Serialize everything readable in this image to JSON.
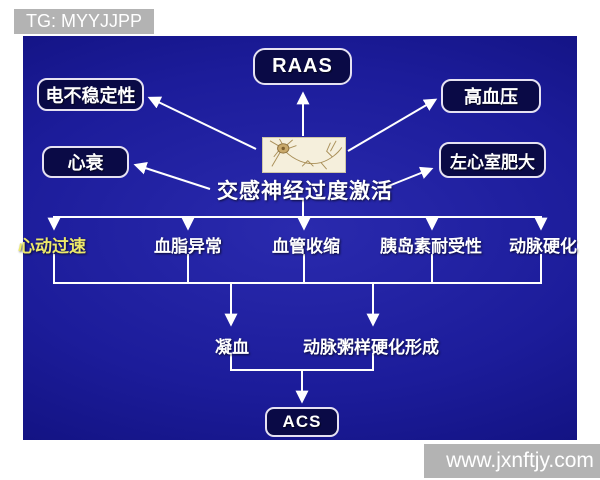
{
  "watermarks": {
    "top_left": "TG: MYYJJPP",
    "bottom_right": "www.jxnftjy.com"
  },
  "diagram": {
    "center": {
      "label": "交感神经过度激活",
      "image": "neuron-illustration"
    },
    "boxed_nodes": [
      {
        "id": "raas",
        "label": "RAAS"
      },
      {
        "id": "electrical-instability",
        "label": "电不稳定性"
      },
      {
        "id": "heart-failure",
        "label": "心衰"
      },
      {
        "id": "hypertension",
        "label": "高血压"
      },
      {
        "id": "left-ventricular-hypertrophy",
        "label": "左心室肥大"
      },
      {
        "id": "acs",
        "label": "ACS"
      }
    ],
    "effects": [
      {
        "label": "心动过速"
      },
      {
        "label": "血脂异常"
      },
      {
        "label": "血管收缩"
      },
      {
        "label": "胰岛素耐受性"
      },
      {
        "label": "动脉硬化"
      }
    ],
    "intermediate": [
      {
        "label": "凝血"
      },
      {
        "label": "动脉粥样硬化形成"
      }
    ]
  },
  "colors": {
    "slide_background": "#1c1c9a",
    "box_fill": "#0a0a46",
    "box_border": "#e6e2f2",
    "text_primary": "#ffffff",
    "tachycardia_accent": "#ede96a",
    "watermark_background": "#b3b3b3"
  }
}
